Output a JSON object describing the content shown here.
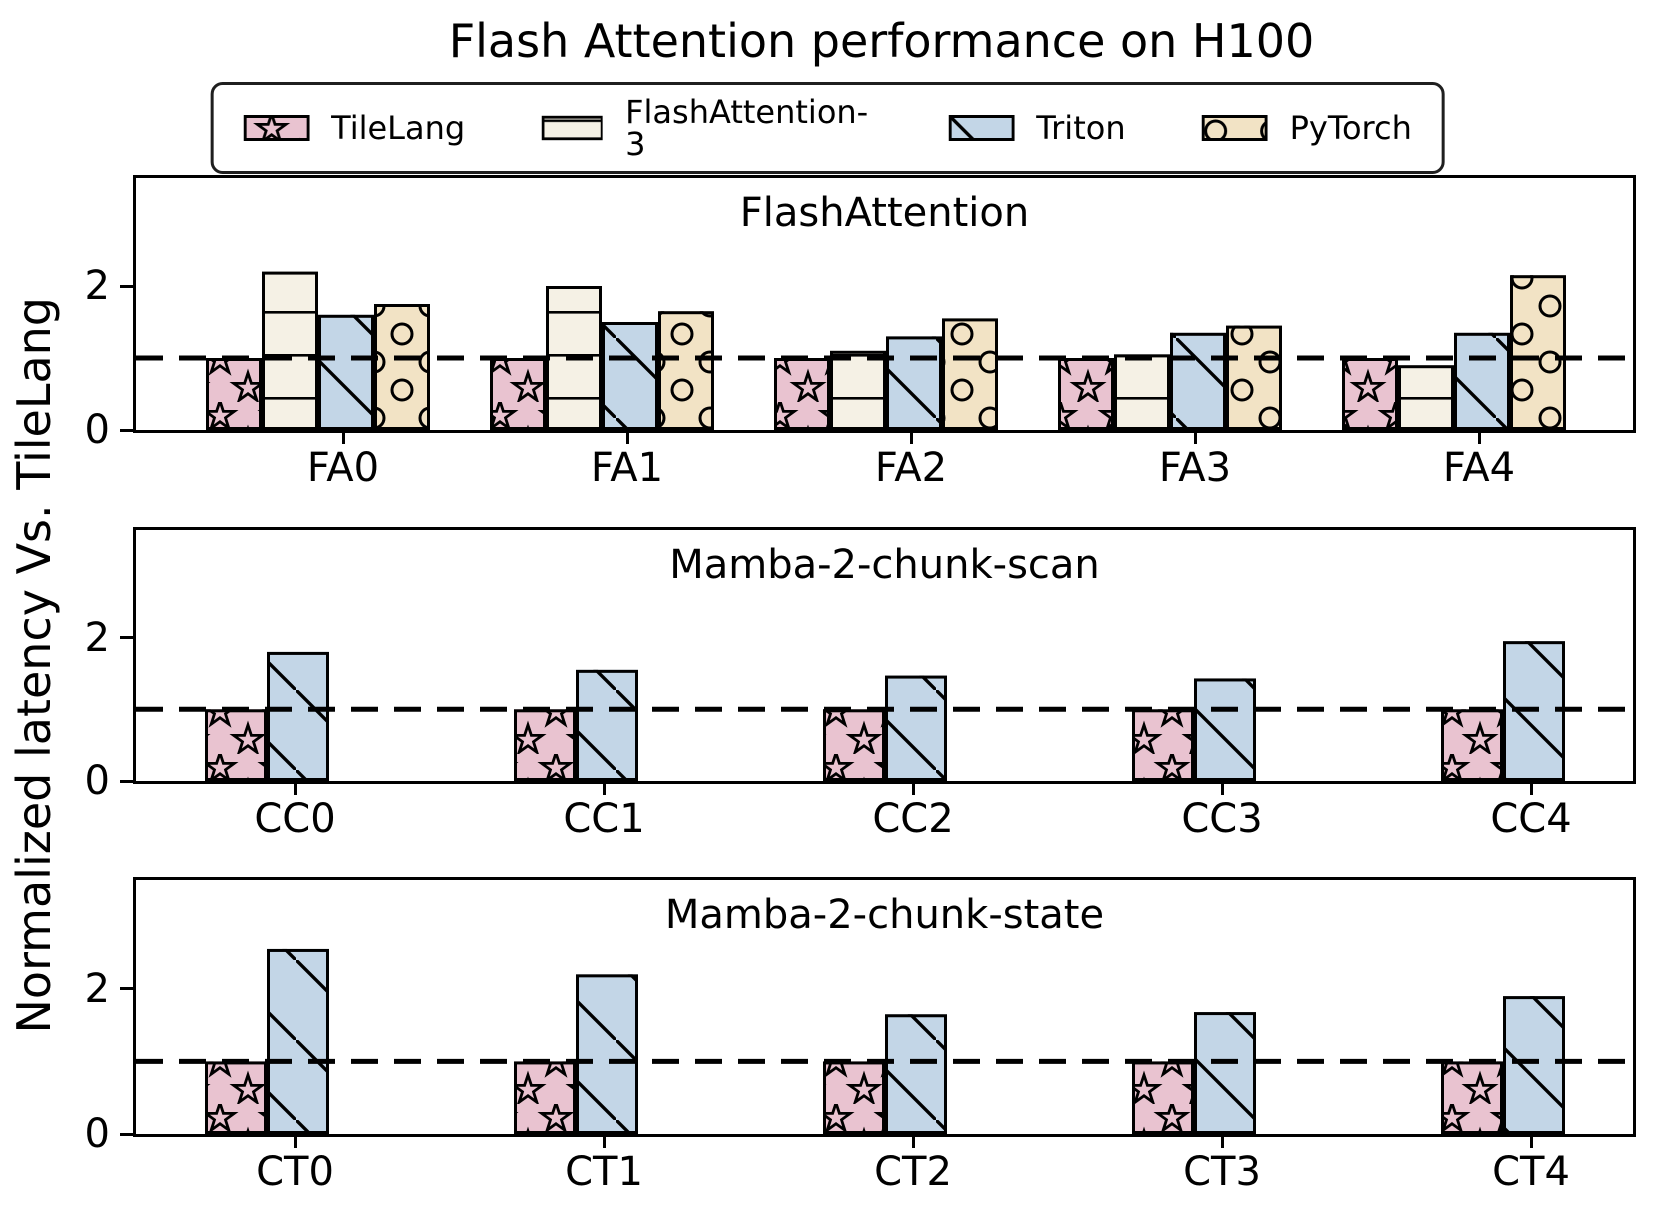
{
  "title": "Flash Attention performance on H100",
  "ylabel": "Normalized latency Vs. TileLang",
  "legend": {
    "items": [
      {
        "label": "TileLang",
        "color": "#e9c3d0",
        "hatch": "star"
      },
      {
        "label": "FlashAttention-3",
        "color": "#f5f1e5",
        "hatch": "hline"
      },
      {
        "label": "Triton",
        "color": "#c3d6e7",
        "hatch": "diag"
      },
      {
        "label": "PyTorch",
        "color": "#f2e3c5",
        "hatch": "circle"
      }
    ]
  },
  "axes": {
    "yticks": [
      "0",
      "2"
    ],
    "ref_line_value": 1.0,
    "ylim": [
      0,
      3.5
    ]
  },
  "colors": {
    "tilelang": "#e9c3d0",
    "flashattention3": "#f5f1e5",
    "triton": "#c3d6e7",
    "pytorch": "#f2e3c5",
    "edge": "#000000",
    "ref_line": "#000000"
  },
  "chart_data": [
    {
      "type": "bar",
      "title": "FlashAttention",
      "categories": [
        "FA0",
        "FA1",
        "FA2",
        "FA3",
        "FA4"
      ],
      "series": [
        {
          "name": "TileLang",
          "hatch": "star",
          "color": "#e9c3d0",
          "values": [
            1.0,
            1.0,
            1.0,
            1.0,
            1.0
          ]
        },
        {
          "name": "FlashAttention-3",
          "hatch": "hline",
          "color": "#f5f1e5",
          "values": [
            2.2,
            2.0,
            1.1,
            1.05,
            0.9
          ]
        },
        {
          "name": "Triton",
          "hatch": "diag",
          "color": "#c3d6e7",
          "values": [
            1.6,
            1.5,
            1.3,
            1.35,
            1.35
          ]
        },
        {
          "name": "PyTorch",
          "hatch": "circle",
          "color": "#f2e3c5",
          "values": [
            1.75,
            1.65,
            1.55,
            1.45,
            2.15
          ]
        }
      ],
      "ylabel_ticks": [
        0,
        2
      ],
      "ref_line": 1.0,
      "ylim": [
        0,
        3.5
      ]
    },
    {
      "type": "bar",
      "title": "Mamba-2-chunk-scan",
      "categories": [
        "CC0",
        "CC1",
        "CC2",
        "CC3",
        "CC4"
      ],
      "series": [
        {
          "name": "TileLang",
          "hatch": "star",
          "color": "#e9c3d0",
          "values": [
            1.0,
            1.0,
            1.0,
            1.0,
            1.0
          ]
        },
        {
          "name": "Triton",
          "hatch": "diag",
          "color": "#c3d6e7",
          "values": [
            1.8,
            1.55,
            1.47,
            1.43,
            1.95
          ]
        }
      ],
      "ylabel_ticks": [
        0,
        2
      ],
      "ref_line": 1.0,
      "ylim": [
        0,
        3.5
      ]
    },
    {
      "type": "bar",
      "title": "Mamba-2-chunk-state",
      "categories": [
        "CT0",
        "CT1",
        "CT2",
        "CT3",
        "CT4"
      ],
      "series": [
        {
          "name": "TileLang",
          "hatch": "star",
          "color": "#e9c3d0",
          "values": [
            1.0,
            1.0,
            1.0,
            1.0,
            1.0
          ]
        },
        {
          "name": "Triton",
          "hatch": "diag",
          "color": "#c3d6e7",
          "values": [
            2.55,
            2.2,
            1.65,
            1.68,
            1.9
          ]
        }
      ],
      "ylabel_ticks": [
        0,
        2
      ],
      "ref_line": 1.0,
      "ylim": [
        0,
        3.5
      ]
    }
  ]
}
